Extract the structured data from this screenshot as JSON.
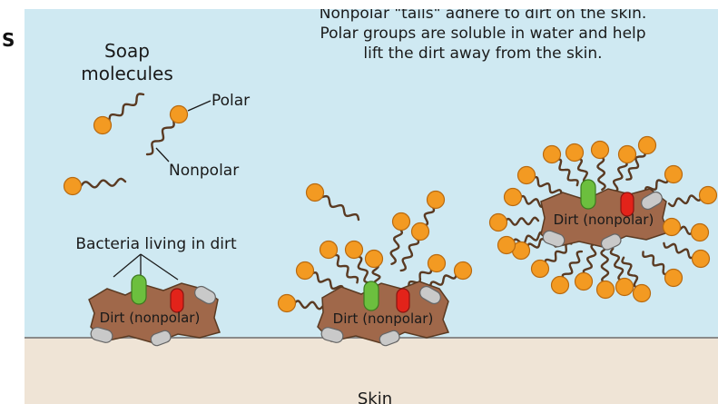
{
  "edge_label": "S",
  "header": {
    "line1": "Nonpolar \"tails\" adhere to dirt on the skin.",
    "line2": "Polar groups are soluble in water and help",
    "line3": "lift the dirt away from the skin."
  },
  "legend": {
    "title_line1": "Soap",
    "title_line2": "molecules",
    "polar_label": "Polar",
    "nonpolar_label": "Nonpolar"
  },
  "bacteria_label": "Bacteria living in dirt",
  "dirt_label": "Dirt (nonpolar)",
  "skin_label": "Skin",
  "colors": {
    "water": "#cfe9f2",
    "skin": "#efe4d6",
    "dirt": "#a0684a",
    "polar_head": "#f39a22",
    "tail": "#5a3a22",
    "bacteria_green": "#6cbf3e",
    "bacteria_red": "#e2231a",
    "bacteria_gray": "#c9c9c9"
  }
}
